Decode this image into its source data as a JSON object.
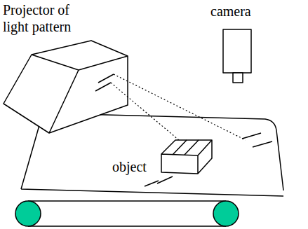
{
  "diagram": {
    "labels": [
      "Projector of light pattern",
      "camera",
      "object"
    ]
  }
}
